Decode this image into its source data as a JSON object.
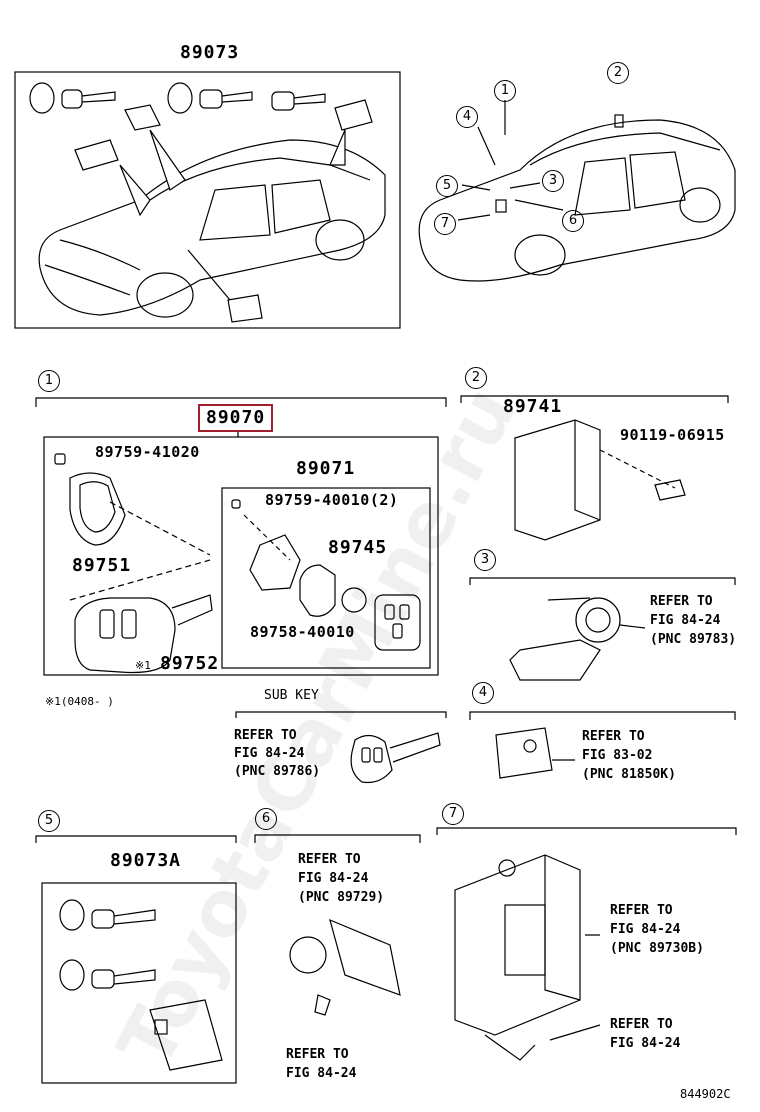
{
  "watermark": "ToyotaCarMine.ru",
  "overview": {
    "top_left_part": "89073",
    "circled": [
      "1",
      "2",
      "3",
      "4",
      "5",
      "6",
      "7"
    ]
  },
  "group1": {
    "index": "1",
    "assembly": "89070",
    "screw": "89759-41020",
    "cover": "89751",
    "key": "89752",
    "key_marker": "※1",
    "sub_assembly": "89071",
    "sub_screw": "89759-40010(2)",
    "battery": "89745",
    "gasket": "89758-40010",
    "footnote": "※1(0408-   )"
  },
  "sub_key": {
    "title": "SUB KEY",
    "refer": [
      "REFER TO",
      "FIG 84-24",
      "(PNC 89786)"
    ]
  },
  "group2": {
    "index": "2",
    "part": "89741",
    "bolt": "90119-06915"
  },
  "group3": {
    "index": "3",
    "refer": [
      "REFER TO",
      "FIG 84-24",
      "(PNC 89783)"
    ]
  },
  "group4": {
    "index": "4",
    "refer": [
      "REFER TO",
      "FIG 83-02",
      "(PNC 81850K)"
    ]
  },
  "group5": {
    "index": "5",
    "part": "89073A"
  },
  "group6": {
    "index": "6",
    "refer_top": [
      "REFER TO",
      "FIG 84-24",
      "(PNC 89729)"
    ],
    "refer_bottom": [
      "REFER TO",
      "FIG 84-24"
    ]
  },
  "group7": {
    "index": "7",
    "refer_top": [
      "REFER TO",
      "FIG 84-24",
      "(PNC 89730B)"
    ],
    "refer_bottom": [
      "REFER TO",
      "FIG 84-24"
    ]
  },
  "figure_code": "844902C",
  "colors": {
    "highlight": "#a0202e"
  }
}
